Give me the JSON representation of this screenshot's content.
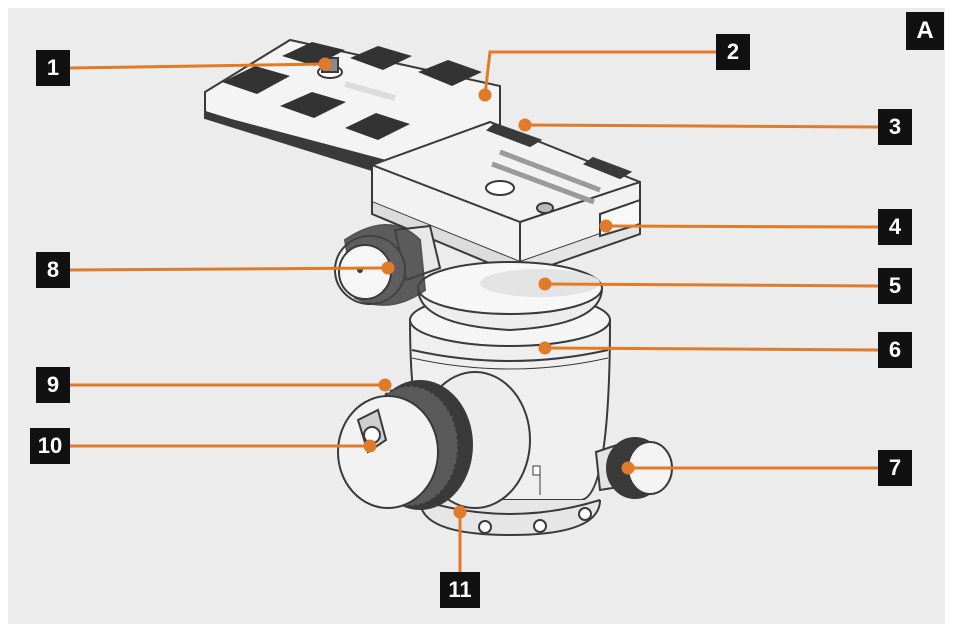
{
  "figure": {
    "letter": "A",
    "callouts": [
      {
        "id": "1",
        "label": "1"
      },
      {
        "id": "2",
        "label": "2"
      },
      {
        "id": "3",
        "label": "3"
      },
      {
        "id": "4",
        "label": "4"
      },
      {
        "id": "5",
        "label": "5"
      },
      {
        "id": "6",
        "label": "6"
      },
      {
        "id": "7",
        "label": "7"
      },
      {
        "id": "8",
        "label": "8"
      },
      {
        "id": "9",
        "label": "9"
      },
      {
        "id": "10",
        "label": "10"
      },
      {
        "id": "11",
        "label": "11"
      }
    ]
  },
  "colors": {
    "background": "#ececec",
    "leader": "#e07b2a",
    "badge": "#111111",
    "stroke": "#3a3a3a"
  }
}
